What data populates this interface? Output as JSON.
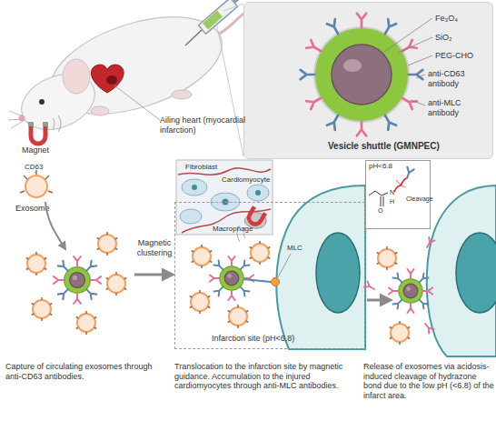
{
  "diagram": {
    "nodes": [
      {
        "text": [
          "Fe₃O₄",
          "SiO₂",
          "PEG-CHO",
          "anti-CD63 antibody",
          "anti-MLC antibody",
          "Vesicle shuttle (GMNPEC)"
        ]
      },
      {
        "text": [
          "Exosome"
        ]
      },
      {
        "text": [
          "Infarction site (pH<6.8)"
        ]
      },
      {
        "text": [
          "pH<6.8",
          "Cleavage",
          "N",
          "H",
          "O"
        ]
      }
    ],
    "labels": [
      "Ailing heart (myocardial infarction)",
      "Magnet",
      "CD63",
      "Magnetic clustering",
      "Fibroblast",
      "Cardiomyocyte",
      "Macrophage",
      "MLC",
      "Capture of circulating exosomes through anti-CD63 antibodies.",
      "Translocation to the infarction site by magnetic guidance. Accumulation to the injured cardiomyocytes through anti-MLC antibodies.",
      "Release of exosomes via acidosis-induced cleavage of hydrazone bond due to the low pH (<6.8) of the infarct area."
    ]
  }
}
